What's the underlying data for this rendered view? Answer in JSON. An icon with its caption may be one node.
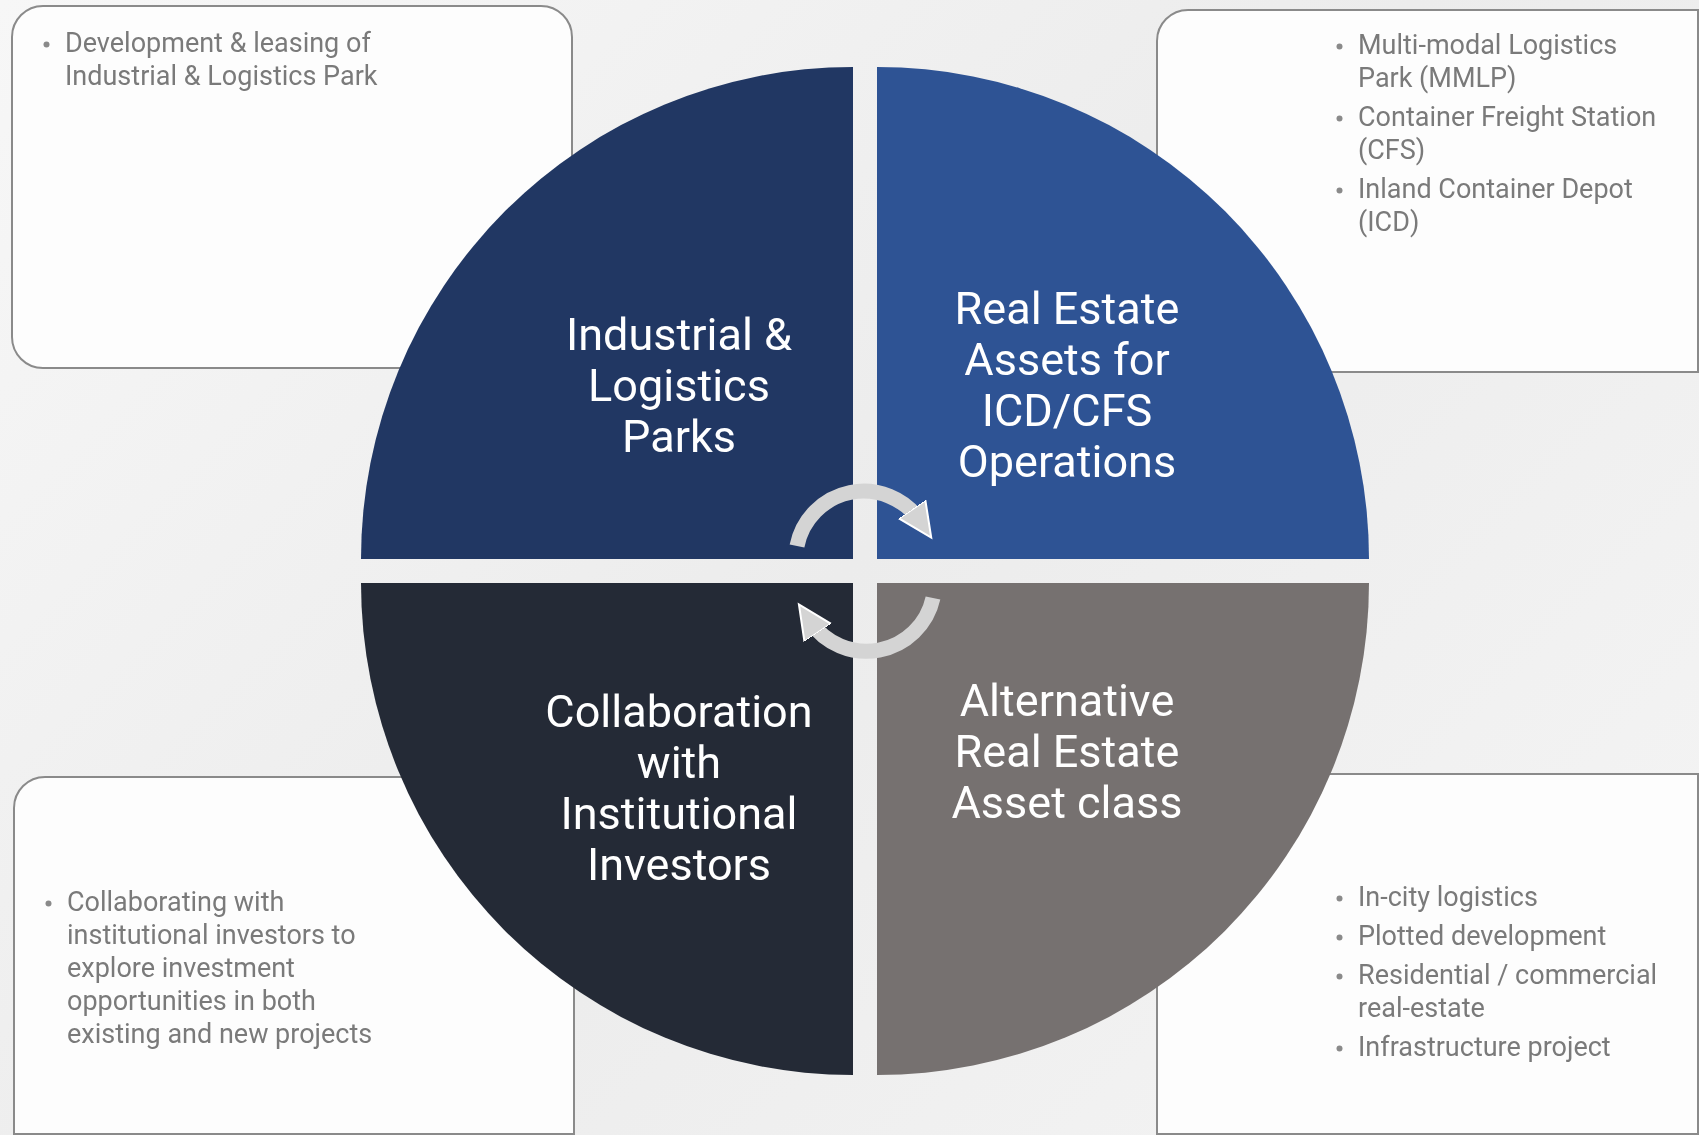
{
  "diagram": {
    "nodes": [
      {
        "text": [
          "Development & leasing of Industrial & Logistics Park"
        ]
      },
      {
        "text": [
          "Multi-modal Logistics Park (MMLP)",
          "Container Freight Station (CFS)",
          "Inland Container Depot (ICD)"
        ]
      },
      {
        "text": [
          "Industrial & Logistics Parks"
        ]
      },
      {
        "text": [
          "Real Estate Assets for ICD/CFS Operations"
        ]
      },
      {
        "text": [
          "Collaboration with Institutional Investors"
        ]
      },
      {
        "text": [
          "Alternative Real Estate Asset class"
        ]
      },
      {
        "text": [
          "Collaborating with institutional investors to explore investment opportunities in both existing and new projects"
        ]
      },
      {
        "text": [
          "In-city logistics",
          "Plotted development",
          "Residential / commercial real-estate",
          "Infrastructure project"
        ]
      }
    ],
    "edges": [
      {
        "from": 2,
        "to": 3,
        "arrow": "to"
      },
      {
        "from": 5,
        "to": 4,
        "arrow": "to"
      }
    ]
  }
}
